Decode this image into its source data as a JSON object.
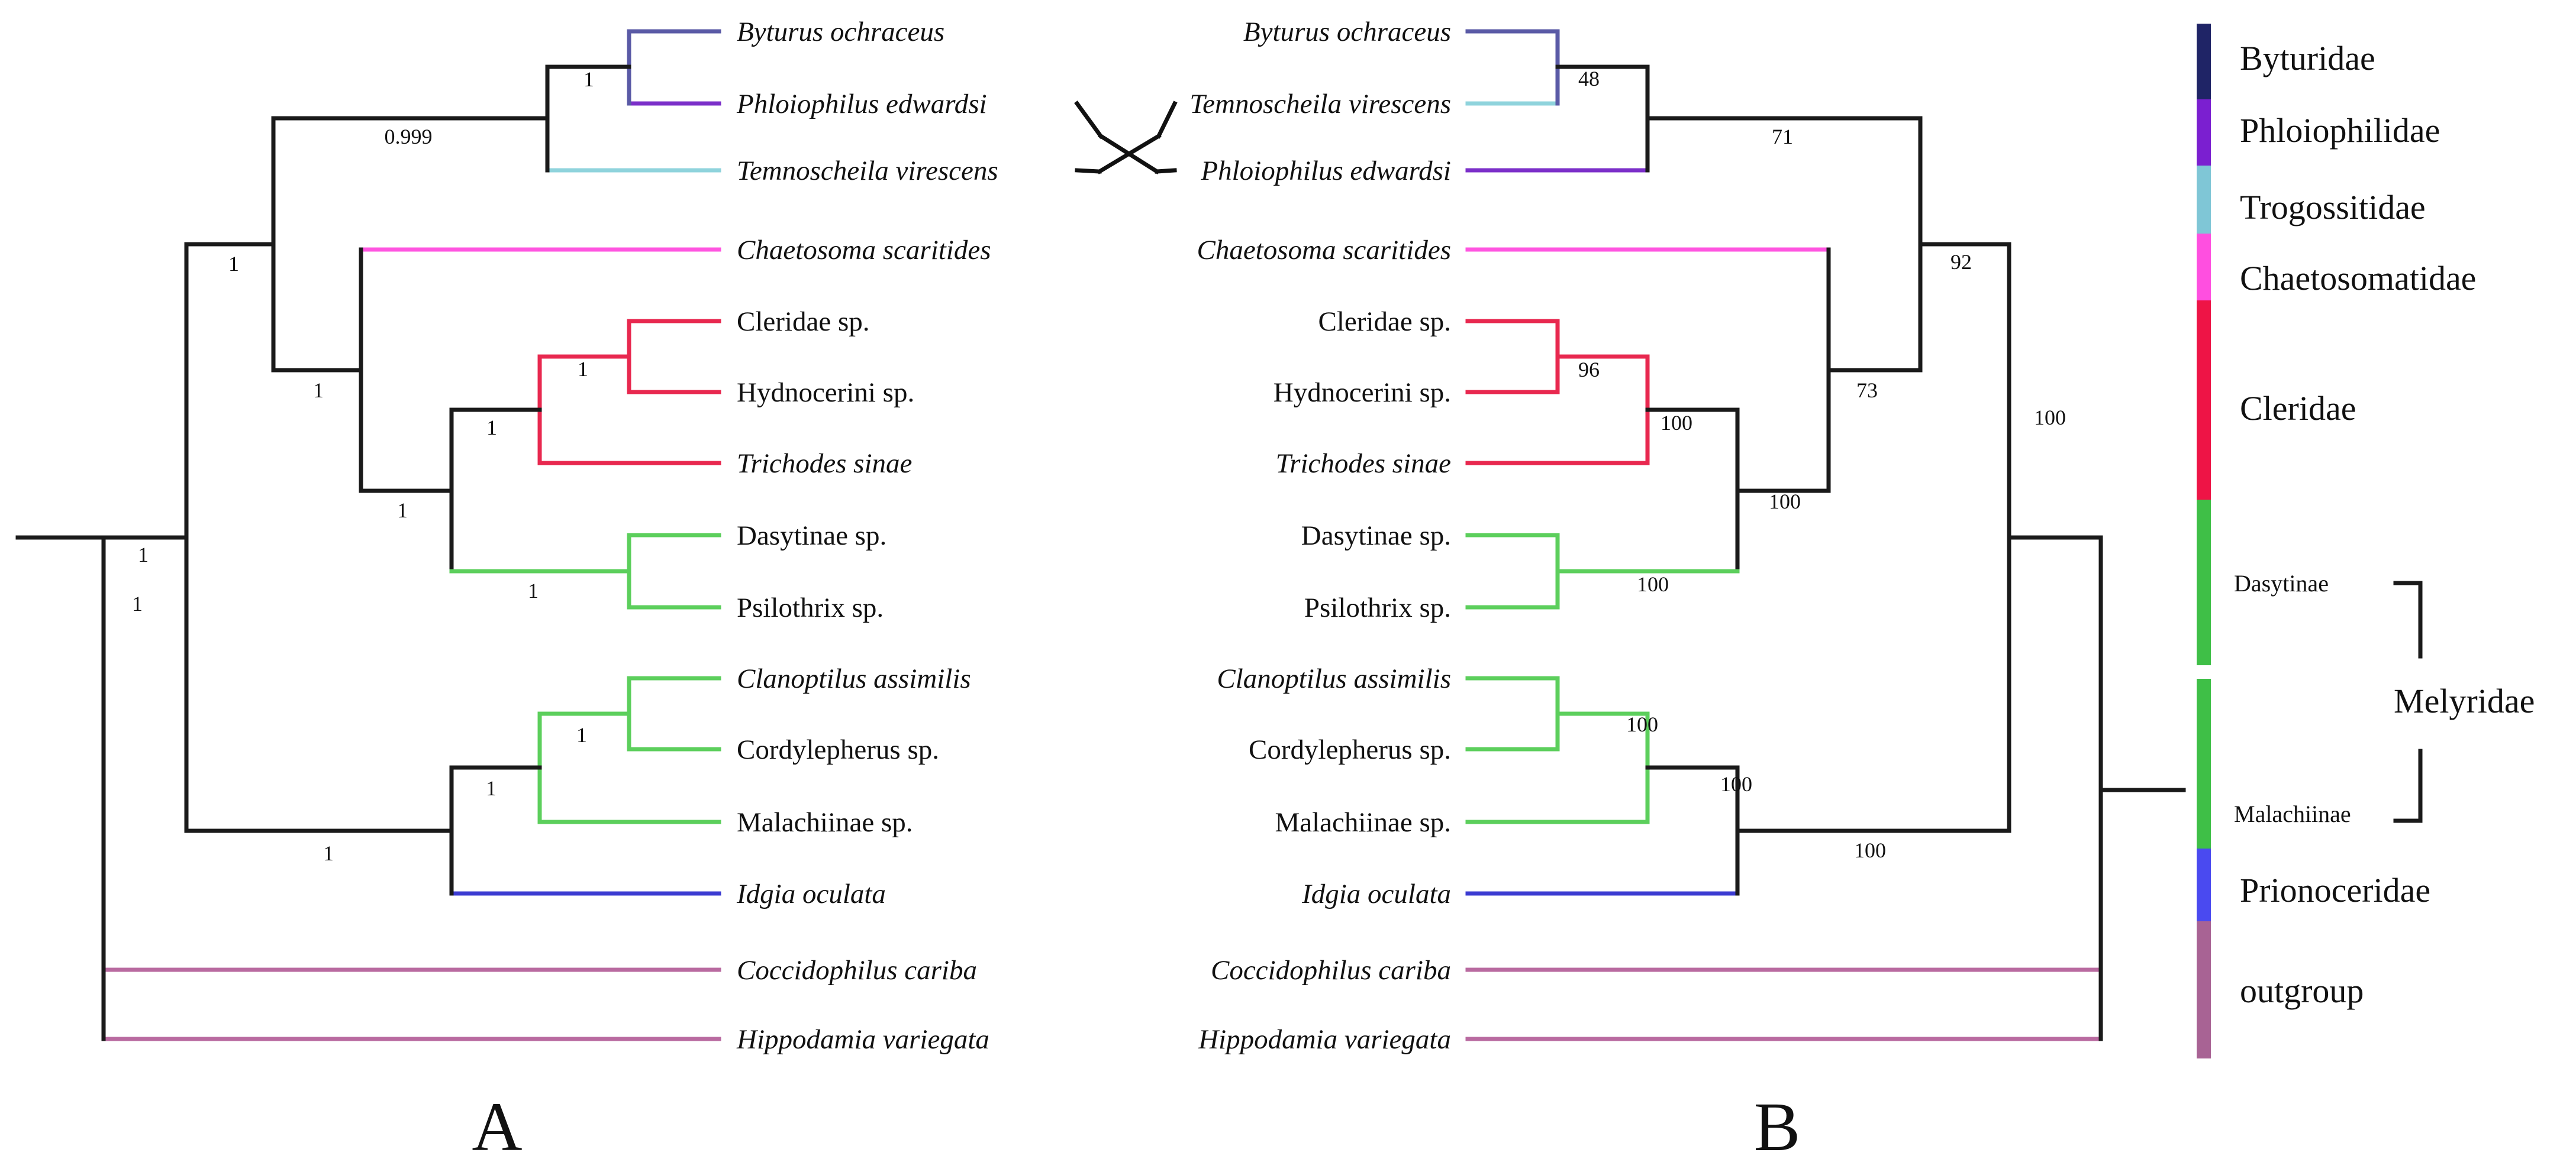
{
  "figure": {
    "panels": [
      {
        "id": "A",
        "label": "A",
        "taxa": [
          {
            "name": "Byturus ochraceus",
            "italic": true,
            "color": "#5a5aa6"
          },
          {
            "name": "Phloiophilus edwardsi",
            "italic": true,
            "color": "#7b2fc9"
          },
          {
            "name": "Temnoscheila virescens",
            "italic": true,
            "color": "#8fd3dc"
          },
          {
            "name": "Chaetosoma scaritides",
            "italic": true,
            "color": "#ff55e0"
          },
          {
            "name": "Cleridae sp.",
            "italic": false,
            "color": "#e8284f"
          },
          {
            "name": "Hydnocerini sp.",
            "italic": false,
            "color": "#e8284f"
          },
          {
            "name": "Trichodes sinae",
            "italic": true,
            "color": "#e8284f"
          },
          {
            "name": "Dasytinae sp.",
            "italic": false,
            "color": "#5ccf5c"
          },
          {
            "name": "Psilothrix sp.",
            "italic": false,
            "color": "#5ccf5c"
          },
          {
            "name": "Clanoptilus assimilis",
            "italic": true,
            "color": "#5ccf5c"
          },
          {
            "name": "Cordylepherus sp.",
            "italic": false,
            "color": "#5ccf5c"
          },
          {
            "name": "Malachiinae  sp.",
            "italic": false,
            "color": "#5ccf5c"
          },
          {
            "name": "Idgia oculata",
            "italic": true,
            "color": "#3b3bd1"
          },
          {
            "name": "Coccidophilus cariba",
            "italic": true,
            "color": "#b96aa0"
          },
          {
            "name": "Hippodamia variegata",
            "italic": true,
            "color": "#b96aa0"
          }
        ],
        "supports": [
          "1",
          "0.999",
          "1",
          "1",
          "1",
          "1",
          "1",
          "1",
          "1",
          "1",
          "1",
          "1",
          "1"
        ]
      },
      {
        "id": "B",
        "label": "B",
        "taxa": [
          {
            "name": "Byturus ochraceus",
            "italic": true,
            "color": "#5a5aa6"
          },
          {
            "name": "Temnoscheila virescens",
            "italic": true,
            "color": "#8fd3dc"
          },
          {
            "name": "Phloiophilus edwardsi",
            "italic": true,
            "color": "#7b2fc9"
          },
          {
            "name": "Chaetosoma scaritides",
            "italic": true,
            "color": "#ff55e0"
          },
          {
            "name": "Cleridae sp.",
            "italic": false,
            "color": "#e8284f"
          },
          {
            "name": "Hydnocerini sp.",
            "italic": false,
            "color": "#e8284f"
          },
          {
            "name": "Trichodes sinae",
            "italic": true,
            "color": "#e8284f"
          },
          {
            "name": "Dasytinae sp.",
            "italic": false,
            "color": "#5ccf5c"
          },
          {
            "name": "Psilothrix sp.",
            "italic": false,
            "color": "#5ccf5c"
          },
          {
            "name": "Clanoptilus assimilis",
            "italic": true,
            "color": "#5ccf5c"
          },
          {
            "name": "Cordylepherus sp.",
            "italic": false,
            "color": "#5ccf5c"
          },
          {
            "name": "Malachiinae  sp.",
            "italic": false,
            "color": "#5ccf5c"
          },
          {
            "name": "Idgia oculata",
            "italic": true,
            "color": "#3b3bd1"
          },
          {
            "name": "Coccidophilus cariba",
            "italic": true,
            "color": "#b96aa0"
          },
          {
            "name": "Hippodamia variegata",
            "italic": true,
            "color": "#b96aa0"
          }
        ],
        "supports": [
          "48",
          "71",
          "92",
          "96",
          "100",
          "100",
          "73",
          "100",
          "100",
          "100",
          "100",
          "100"
        ]
      }
    ],
    "families": [
      {
        "name": "Byturidae",
        "color": "#1f2466"
      },
      {
        "name": "Phloiophilidae",
        "color": "#7b1fd0"
      },
      {
        "name": "Trogossitidae",
        "color": "#7fc6d6"
      },
      {
        "name": "Chaetosomatidae",
        "color": "#ff4fe0"
      },
      {
        "name": "Cleridae",
        "color": "#ee1446"
      },
      {
        "name": "Dasytinae",
        "color": "#3fbf47"
      },
      {
        "name": "Malachiinae",
        "color": "#3fbf47"
      },
      {
        "name": "Prionoceridae",
        "color": "#4a4af0"
      },
      {
        "name": "outgroup",
        "color": "#a86394"
      }
    ],
    "melyridae_label": "Melyridae",
    "styles": {
      "branch_color": "#1a1a1a",
      "crossing_color": "#111111"
    }
  }
}
